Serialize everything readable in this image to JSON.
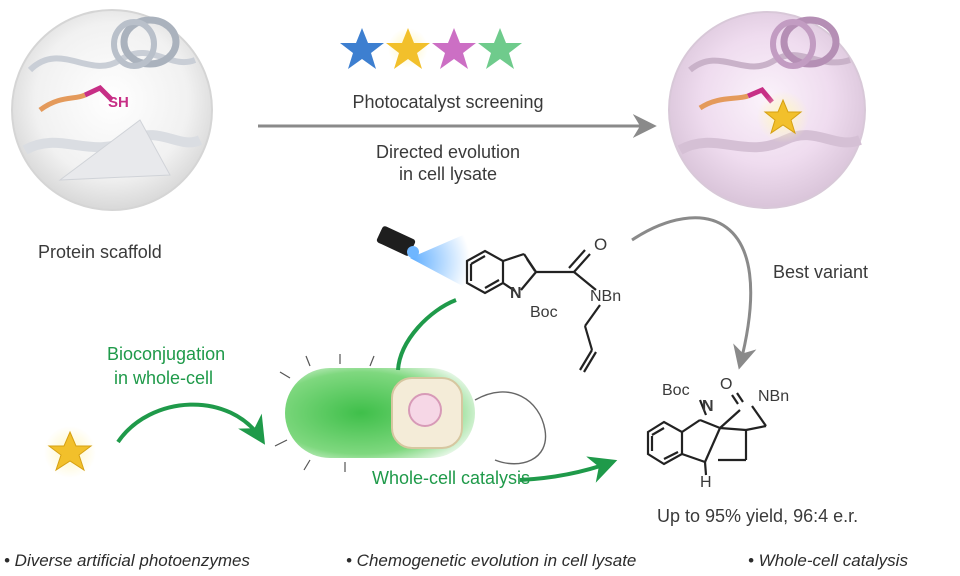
{
  "labels": {
    "protein_scaffold": "Protein scaffold",
    "sh": "SH",
    "photocatalyst_screening": "Photocatalyst screening",
    "directed_evolution_line1": "Directed evolution",
    "directed_evolution_line2": "in cell lysate",
    "best_variant": "Best variant",
    "bioconjugation_line1": "Bioconjugation",
    "bioconjugation_line2": "in whole-cell",
    "whole_cell_catalysis": "Whole-cell catalysis",
    "yield": "Up to 95% yield, 96:4 e.r."
  },
  "chem": {
    "o": "O",
    "n_indole": "N",
    "boc": "Boc",
    "nbn": "NBn",
    "boc_product": "Boc",
    "n_product": "N",
    "o_product": "O",
    "nbn_product": "NBn",
    "h_product": "H"
  },
  "footer": {
    "item1": "• Diverse artificial photoenzymes",
    "item2": "• Chemogenetic evolution  in cell lysate",
    "item3": "• Whole-cell catalysis"
  },
  "colors": {
    "star_blue": "#3d7fd0",
    "star_yellow": "#f2c02b",
    "star_pink": "#cc6fc4",
    "star_green": "#6fcb8c",
    "arrow_gray": "#8a8a8a",
    "arrow_green": "#1f9a4a",
    "text_green": "#1f9a4a"
  }
}
